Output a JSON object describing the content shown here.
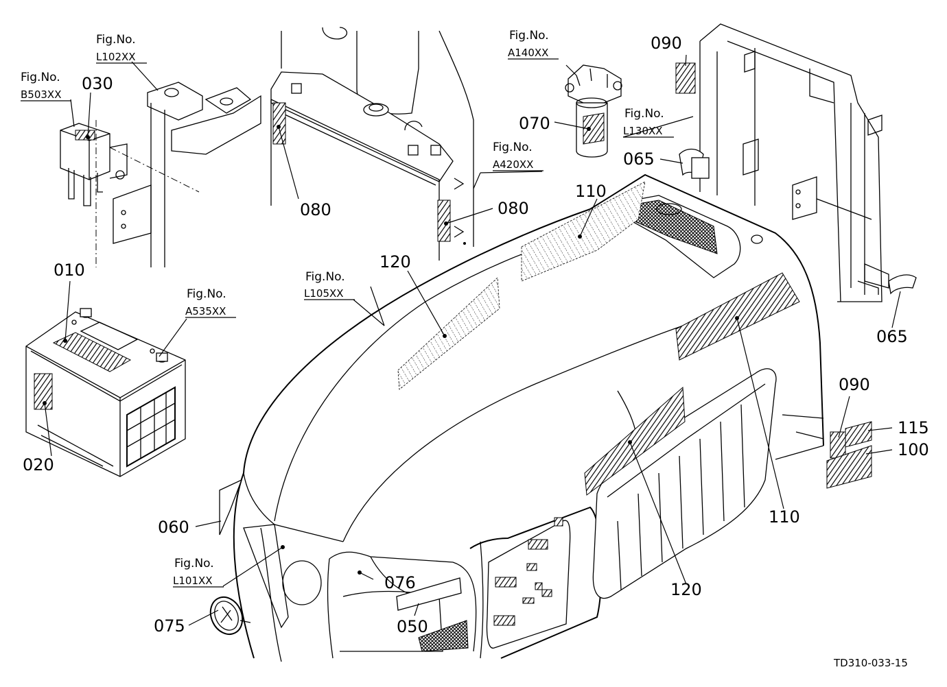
{
  "figure_refs": [
    {
      "id": "b503",
      "label": "Fig.No.",
      "code": "B503XX"
    },
    {
      "id": "l102",
      "label": "Fig.No.",
      "code": "L102XX"
    },
    {
      "id": "a140",
      "label": "Fig.No.",
      "code": "A140XX"
    },
    {
      "id": "l130",
      "label": "Fig.No.",
      "code": "L130XX"
    },
    {
      "id": "a420",
      "label": "Fig.No.",
      "code": "A420XX"
    },
    {
      "id": "a535",
      "label": "Fig.No.",
      "code": "A535XX"
    },
    {
      "id": "l105",
      "label": "Fig.No.",
      "code": "L105XX"
    },
    {
      "id": "l101",
      "label": "Fig.No.",
      "code": "L101XX"
    }
  ],
  "callouts": [
    {
      "id": "c030",
      "text": "030"
    },
    {
      "id": "c080a",
      "text": "080"
    },
    {
      "id": "c080b",
      "text": "080"
    },
    {
      "id": "c070",
      "text": "070"
    },
    {
      "id": "c065a",
      "text": "065"
    },
    {
      "id": "c090a",
      "text": "090"
    },
    {
      "id": "c110a",
      "text": "110"
    },
    {
      "id": "c120a",
      "text": "120"
    },
    {
      "id": "c010",
      "text": "010"
    },
    {
      "id": "c020",
      "text": "020"
    },
    {
      "id": "c065b",
      "text": "065"
    },
    {
      "id": "c090b",
      "text": "090"
    },
    {
      "id": "c115",
      "text": "115"
    },
    {
      "id": "c100",
      "text": "100"
    },
    {
      "id": "c110b",
      "text": "110"
    },
    {
      "id": "c060",
      "text": "060"
    },
    {
      "id": "c076",
      "text": "076"
    },
    {
      "id": "c075",
      "text": "075"
    },
    {
      "id": "c050",
      "text": "050"
    },
    {
      "id": "c120b",
      "text": "120"
    }
  ],
  "drawing_number": "TD310-033-15"
}
